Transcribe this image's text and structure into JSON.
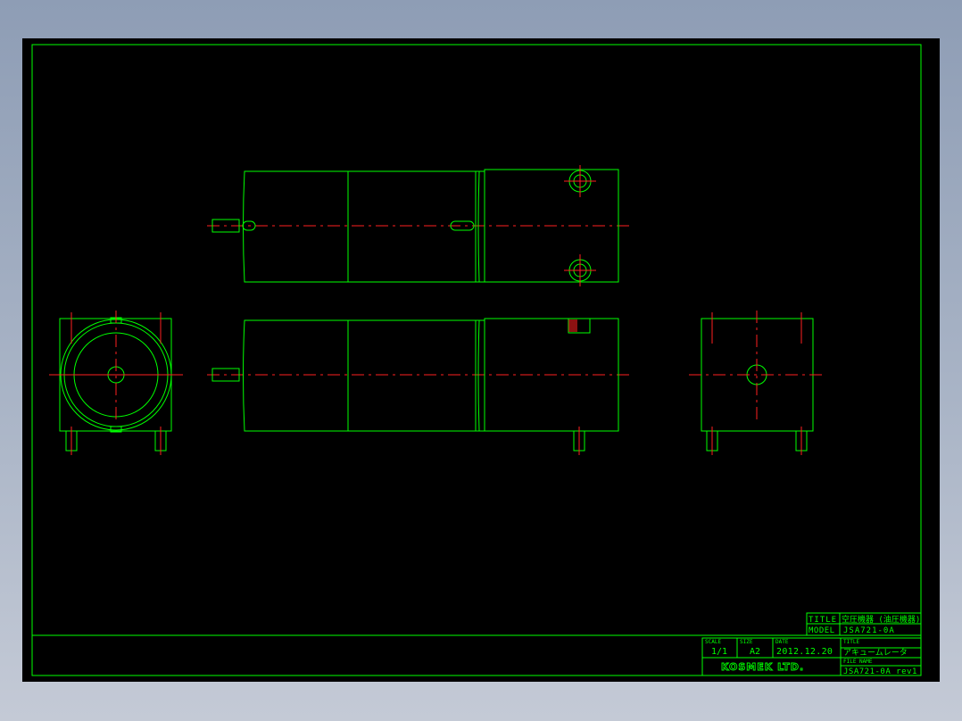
{
  "title_block": {
    "title_label": "TITLE",
    "title_value": "空圧機器 (油圧機器)",
    "model_label": "MODEL",
    "model_value": "JSA721-0A",
    "scale_label": "SCALE",
    "scale_value": "1/1",
    "size_label": "SIZE",
    "size_value": "A2",
    "date_label": "DATE",
    "date_value": "2012.12.20",
    "title2_label": "TITLE",
    "title2_value": "アキュームレータ",
    "company": "KOSMEK LTD.",
    "file_label": "FILE NAME",
    "file_value": "JSA721-0A_rev1"
  },
  "colors": {
    "background": "#000000",
    "geometry": "#00ff00",
    "centerline": "#ff2020",
    "frame": "#8e9db5"
  }
}
